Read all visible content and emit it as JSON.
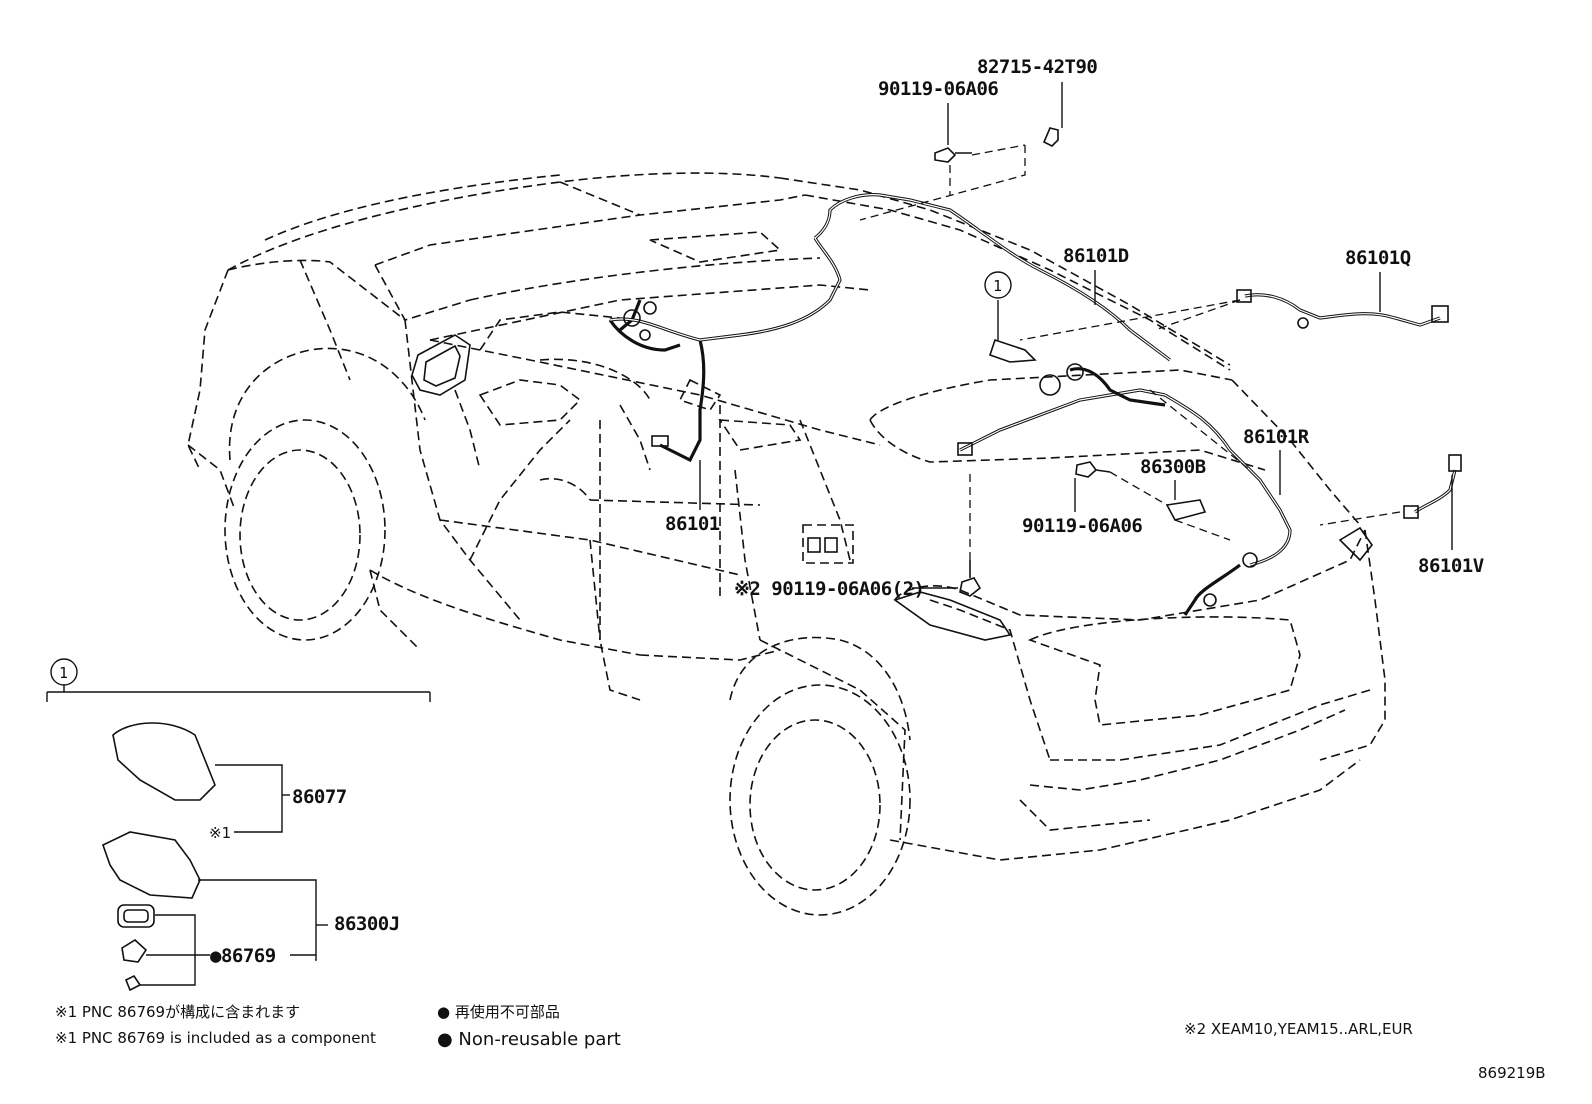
{
  "diagram_id": "869219B",
  "part_labels": {
    "bolt_top": "90119-06A06",
    "clamp_top": "82715-42T90",
    "harness_d": "86101D",
    "harness_q": "86101Q",
    "harness_r": "86101R",
    "amp_b": "86300B",
    "bolt_mid": "90119-06A06",
    "harness_v": "86101V",
    "harness_main": "86101",
    "bolt_note": "※2 90119-06A06(2)",
    "antenna_cover": "86077",
    "amp_j": "86300J",
    "gasket": "●86769"
  },
  "callouts": {
    "roof_ref": "1",
    "detail_ref": "1",
    "note1_mark": "※1"
  },
  "notes": {
    "jp_component": "※1 PNC 86769が構成に含まれます",
    "en_component": "※1 PNC 86769 is included as a component",
    "jp_nonreusable": "● 再使用不可部品",
    "en_nonreusable": "● Non-reusable part",
    "variant": "※2 XEAM10,YEAM15..ARL,EUR"
  }
}
